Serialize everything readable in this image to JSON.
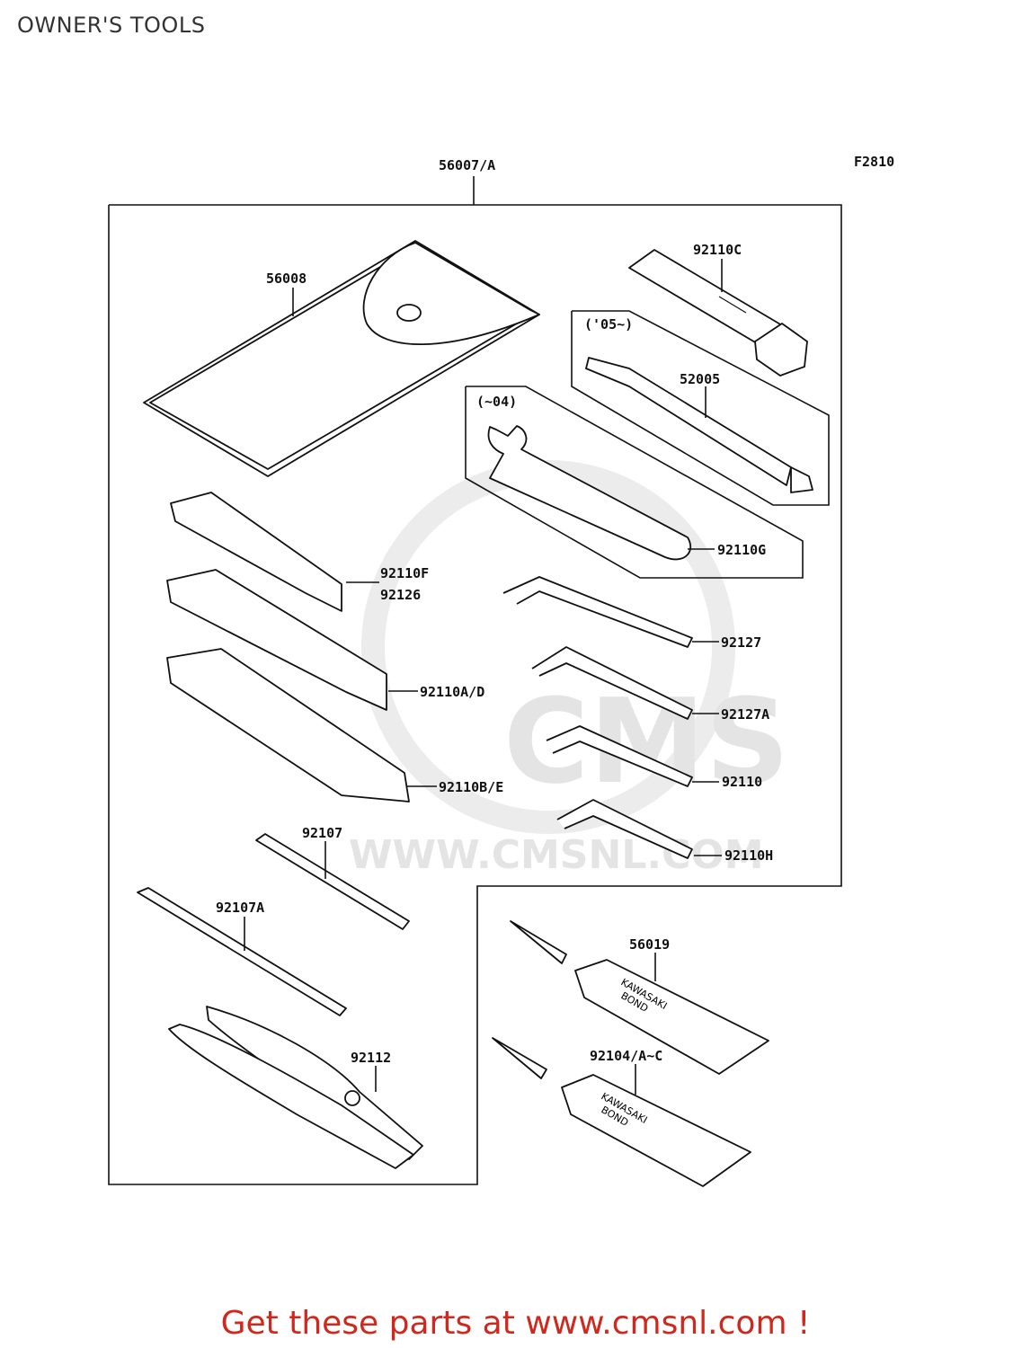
{
  "page": {
    "title": "OWNER'S TOOLS"
  },
  "diagram": {
    "figure_code": "F2810",
    "labels": {
      "kit": "56007/A",
      "case": "56008",
      "plug_wrench": "92110C",
      "note_05": "('05~)",
      "tool_52005": "52005",
      "note_04": "(~04)",
      "hook_wrench": "92110G",
      "w1a": "92110F",
      "w1b": "92126",
      "w2": "92110A/D",
      "w3": "92110B/E",
      "hex1": "92127",
      "hex2": "92127A",
      "hex3": "92110",
      "hex4": "92110H",
      "screwdriver": "92107",
      "screwdriver_a": "92107A",
      "pliers": "92112",
      "bond1": "56019",
      "bond2": "92104/A~C",
      "tube_text_1": "KAWASAKI",
      "tube_text_2": "BOND"
    },
    "watermark": {
      "domain": "WWW.CMSNL.COM",
      "mark": "CMS"
    }
  },
  "footer": {
    "text": "Get these parts at www.cmsnl.com !"
  }
}
